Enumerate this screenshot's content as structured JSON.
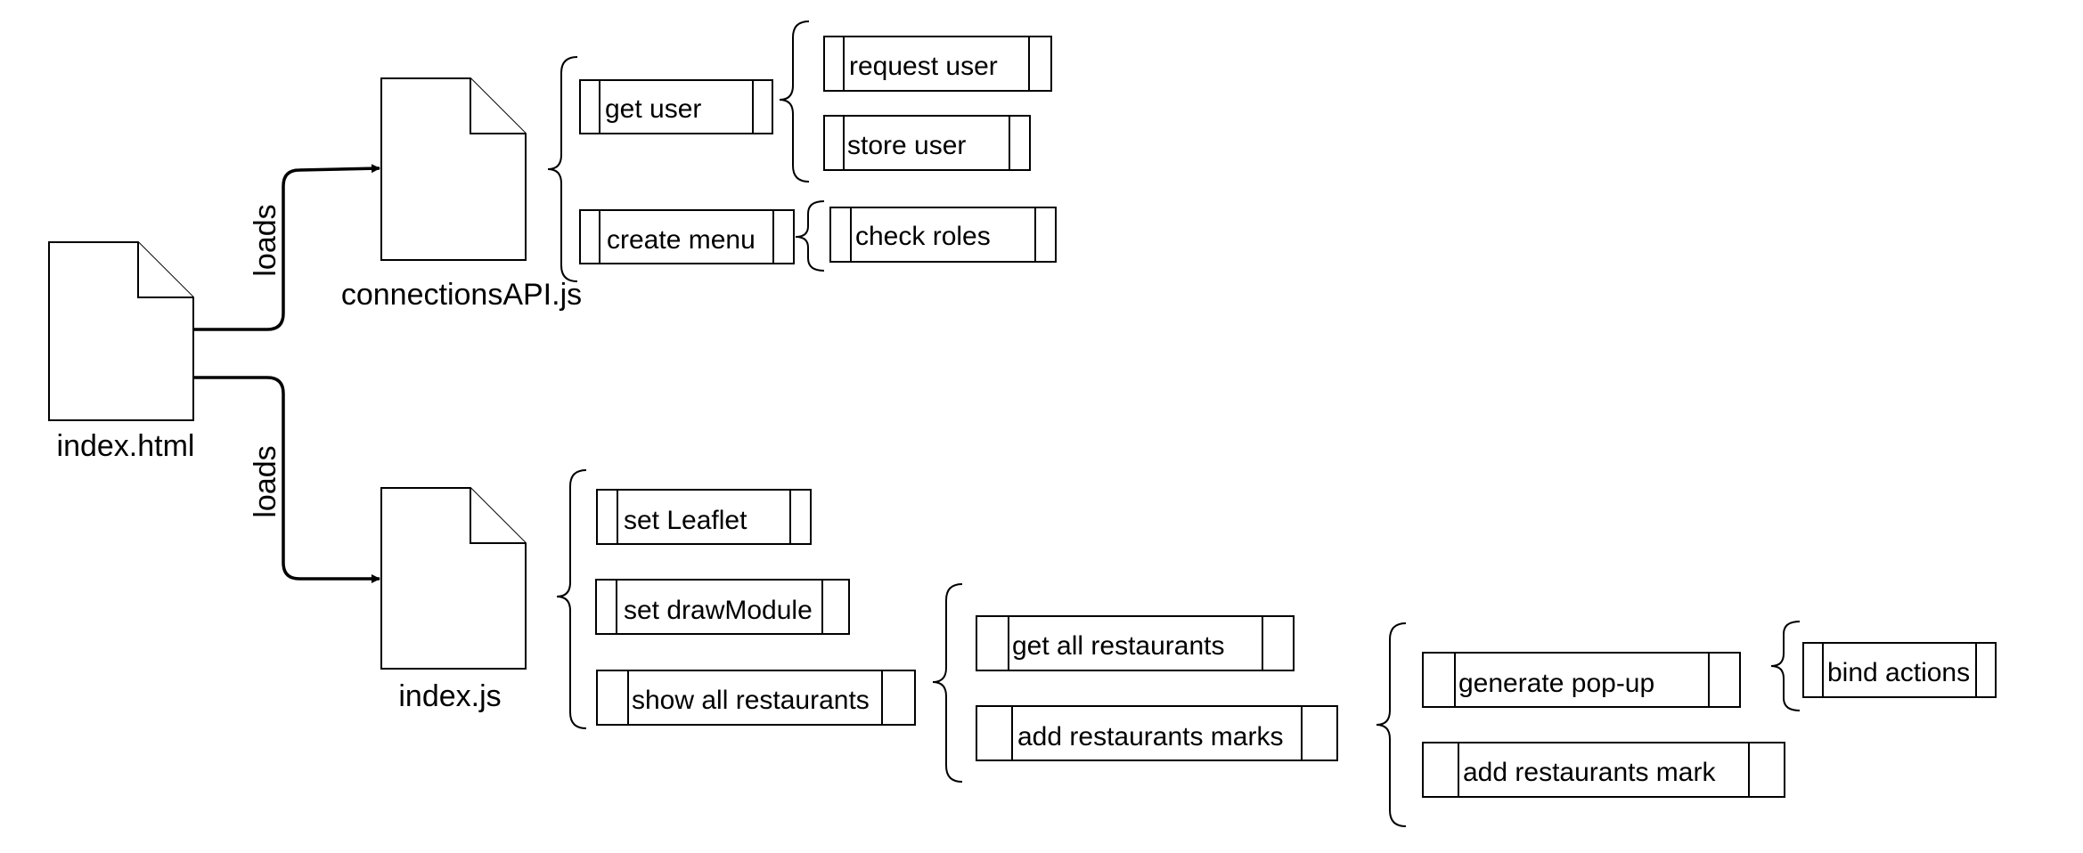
{
  "files": {
    "index_html": "index.html",
    "connections_api": "connectionsAPI.js",
    "index_js": "index.js"
  },
  "edges": {
    "loads_top": "loads",
    "loads_bottom": "loads"
  },
  "processes": {
    "get_user": "get user",
    "request_user": "request user",
    "store_user": "store user",
    "create_menu": "create menu",
    "check_roles": "check roles",
    "set_leaflet": "set Leaflet",
    "set_draw_module": "set drawModule",
    "show_all_restaurants": "show all restaurants",
    "get_all_restaurants": "get all restaurants",
    "add_restaurants_marks": "add restaurants marks",
    "generate_popup": "generate pop-up",
    "bind_actions": "bind actions",
    "add_restaurants_mark": "add restaurants mark"
  }
}
